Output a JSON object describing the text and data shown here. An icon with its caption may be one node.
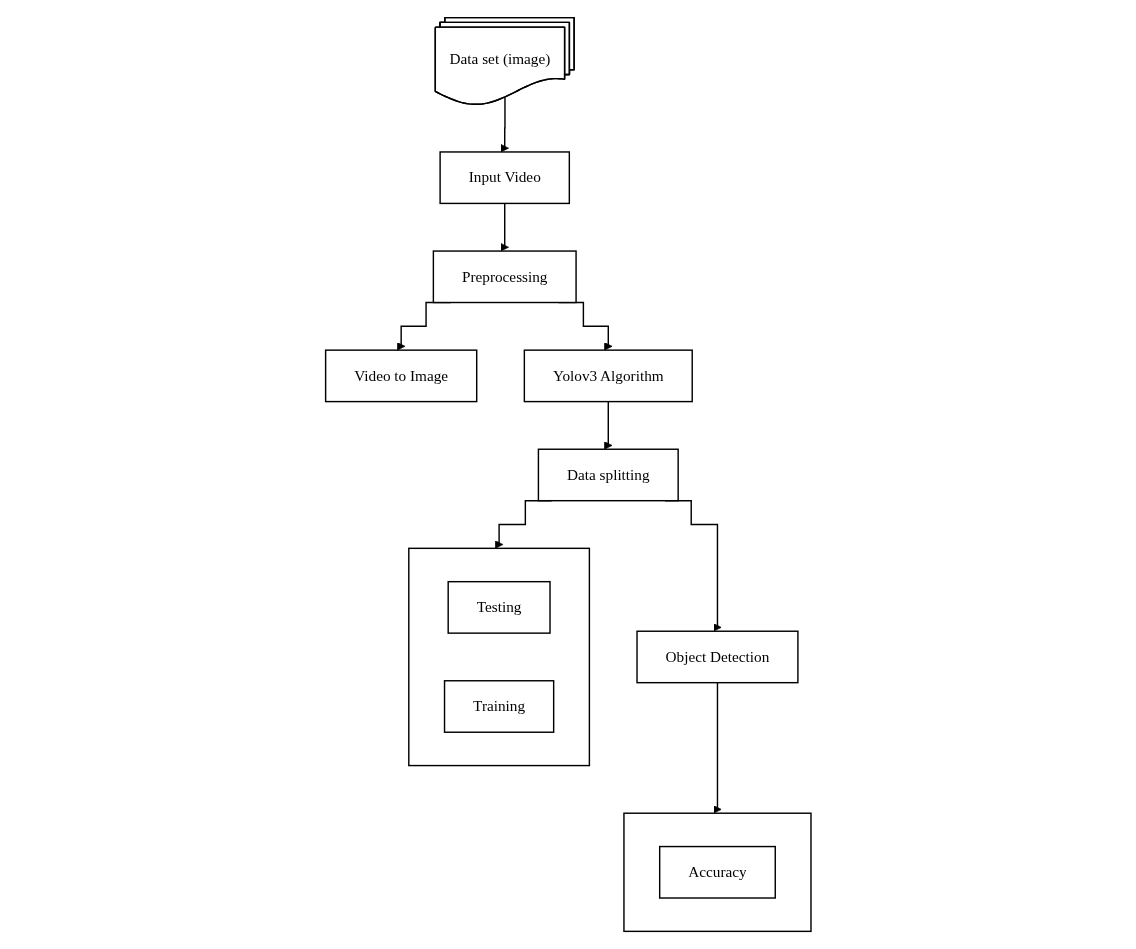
{
  "diagram": {
    "nodes": [
      {
        "text": [
          "Data set (image)"
        ]
      },
      {
        "text": [
          "Input Video"
        ]
      },
      {
        "text": [
          "Preprocessing"
        ]
      },
      {
        "text": [
          "Video to Image"
        ]
      },
      {
        "text": [
          "Yolov3 Algorithm"
        ]
      },
      {
        "text": [
          "Data splitting"
        ]
      },
      {
        "text": [],
        "shape": "box"
      },
      {
        "text": [
          "Testing"
        ],
        "in": 6
      },
      {
        "text": [
          "Training"
        ],
        "in": 6
      },
      {
        "text": [
          "Object Detection"
        ]
      },
      {
        "text": [],
        "shape": "box"
      },
      {
        "text": [
          "Accuracy"
        ],
        "in": 10
      }
    ],
    "edges": [
      {
        "from": 0,
        "to": 1,
        "arrow": "to"
      },
      {
        "from": 1,
        "to": 2,
        "arrow": "to"
      },
      {
        "from": 2,
        "to": 3,
        "arrow": "to"
      },
      {
        "from": 2,
        "to": 4,
        "arrow": "to"
      },
      {
        "from": 4,
        "to": 5,
        "arrow": "to"
      },
      {
        "from": 5,
        "to": 6,
        "arrow": "to"
      },
      {
        "from": 5,
        "to": 9,
        "arrow": "to"
      },
      {
        "from": 9,
        "to": 10,
        "arrow": "to"
      }
    ]
  }
}
